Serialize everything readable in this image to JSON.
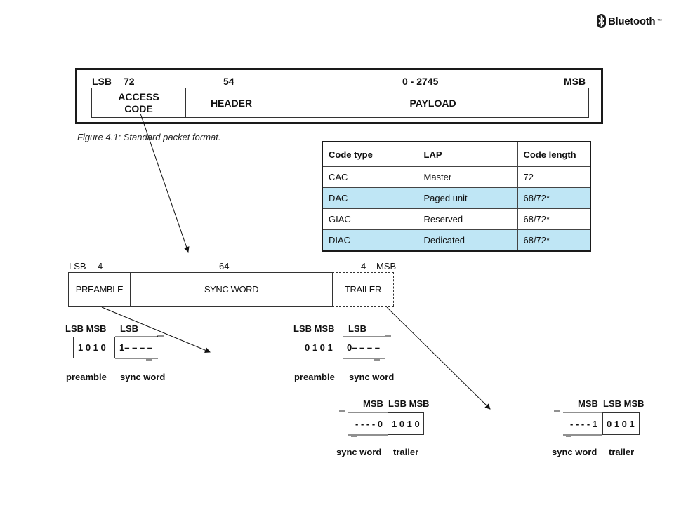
{
  "logo": {
    "brand": "Bluetooth",
    "tm": "™"
  },
  "standard_packet": {
    "lsb": "LSB",
    "msb": "MSB",
    "bits": [
      "72",
      "54",
      "0 - 2745"
    ],
    "fields": [
      "ACCESS CODE",
      "HEADER",
      "PAYLOAD"
    ],
    "caption": "Figure 4.1:  Standard packet format."
  },
  "code_table": {
    "headers": [
      "Code type",
      "LAP",
      "Code length"
    ],
    "rows": [
      {
        "type": "CAC",
        "lap": "Master",
        "length": "72"
      },
      {
        "type": "DAC",
        "lap": "Paged unit",
        "length": "68/72*"
      },
      {
        "type": "GIAC",
        "lap": "Reserved",
        "length": "68/72*"
      },
      {
        "type": "DIAC",
        "lap": "Dedicated",
        "length": "68/72*"
      }
    ]
  },
  "access_code": {
    "lsb": "LSB",
    "msb": "MSB",
    "bits": [
      "4",
      "64",
      "4"
    ],
    "fields": [
      "PREAMBLE",
      "SYNC WORD",
      "TRAILER"
    ]
  },
  "preamble_examples": [
    {
      "hdr_left": "LSB MSB",
      "hdr_right": "LSB",
      "bits": "1 0 1 0",
      "sync": "1– – – –",
      "lbl_left": "preamble",
      "lbl_right": "sync word"
    },
    {
      "hdr_left": "LSB MSB",
      "hdr_right": "LSB",
      "bits": "0 1 0 1",
      "sync": "0– – – –",
      "lbl_left": "preamble",
      "lbl_right": "sync word"
    }
  ],
  "trailer_examples": [
    {
      "hdr_left": "MSB",
      "hdr_right": "LSB MSB",
      "sync": "- - - - 0",
      "bits": "1 0 1 0",
      "lbl_left": "sync word",
      "lbl_right": "trailer"
    },
    {
      "hdr_left": "MSB",
      "hdr_right": "LSB MSB",
      "sync": "- - - - 1",
      "bits": "0 1 0 1",
      "lbl_left": "sync word",
      "lbl_right": "trailer"
    }
  ],
  "colors": {
    "highlight_row": "#bfe6f5",
    "border": "#1a1a1a"
  }
}
